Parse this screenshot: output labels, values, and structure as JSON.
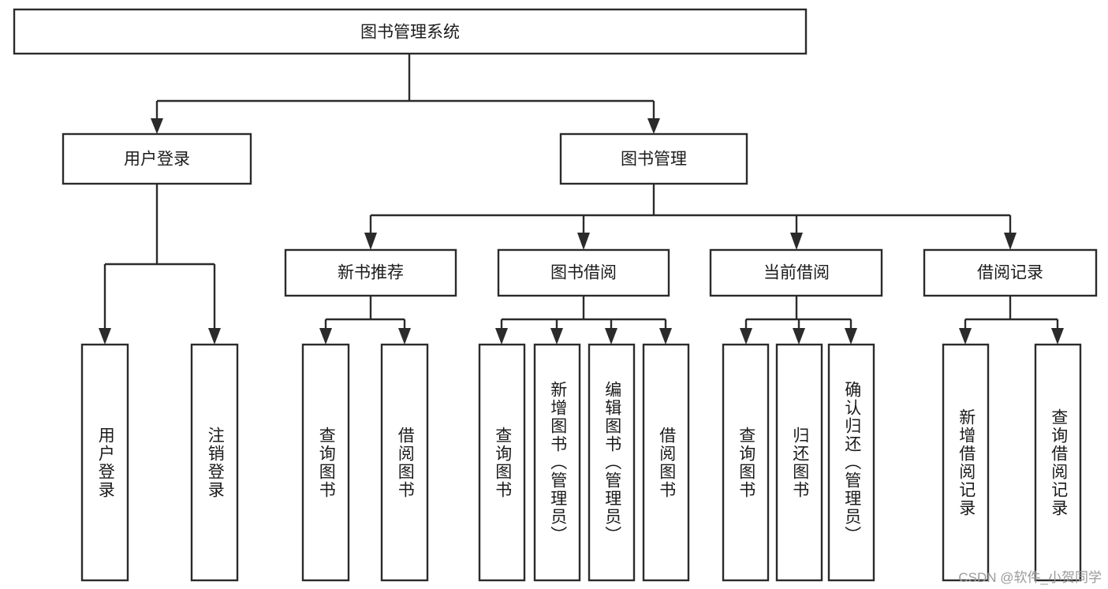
{
  "diagram": {
    "title_node": {
      "label": "图书管理系统"
    },
    "level2": [
      {
        "label": "用户登录"
      },
      {
        "label": "图书管理"
      }
    ],
    "level3": [
      {
        "label": "新书推荐"
      },
      {
        "label": "图书借阅"
      },
      {
        "label": "当前借阅"
      },
      {
        "label": "借阅记录"
      }
    ],
    "leaves": {
      "user_login": [
        {
          "label": "用户登录"
        },
        {
          "label": "注销登录"
        }
      ],
      "new_book_recommend": [
        {
          "label": "查询图书"
        },
        {
          "label": "借阅图书"
        }
      ],
      "book_borrow": [
        {
          "label": "查询图书"
        },
        {
          "label": "新增图书（管理员）"
        },
        {
          "label": "编辑图书（管理员）"
        },
        {
          "label": "借阅图书"
        }
      ],
      "current_borrow": [
        {
          "label": "查询图书"
        },
        {
          "label": "归还图书"
        },
        {
          "label": "确认归还（管理员）"
        }
      ],
      "borrow_records": [
        {
          "label": "新增借阅记录"
        },
        {
          "label": "查询借阅记录"
        }
      ]
    }
  },
  "watermark": {
    "text": "CSDN @软件_小贺同学"
  },
  "colors": {
    "stroke": "#2b2b2b",
    "fill": "#ffffff",
    "text": "#1b1b1b",
    "watermark": "#9a9a9a"
  }
}
